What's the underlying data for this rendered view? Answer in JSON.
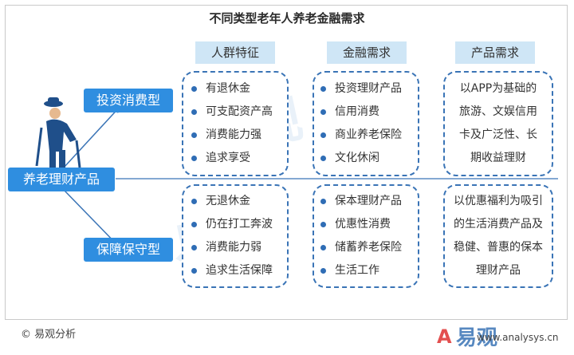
{
  "title": "不同类型老年人养老金融需求",
  "headers": [
    "人群特征",
    "金融需求",
    "产品需求"
  ],
  "product_label": "养老理财产品",
  "types": [
    {
      "label": "投资消费型",
      "traits": [
        "有退休金",
        "可支配资产高",
        "消费能力强",
        "追求享受"
      ],
      "needs": [
        "投资理财产品",
        "信用消费",
        "商业养老保险",
        "文化休闲"
      ],
      "products": [
        "以APP为基础的",
        "旅游、文娱信用",
        "卡及广泛性、长",
        "期收益理财"
      ]
    },
    {
      "label": "保障保守型",
      "traits": [
        "无退休金",
        "仍在打工奔波",
        "消费能力弱",
        "追求生活保障"
      ],
      "needs": [
        "保本理财产品",
        "优惠性消费",
        "储蓄养老保险",
        "生活工作"
      ],
      "products": [
        "以优惠福利为吸引",
        "的生活消费产品及",
        "稳健、普惠的保本",
        "理财产品"
      ]
    }
  ],
  "footer": "© 易观分析",
  "logo_text": "www.analysys.cn",
  "colors": {
    "accent": "#2f8ee0",
    "header_bg": "#cfe6f6",
    "box_border": "#3a74b6",
    "logo_red": "#e34f4f",
    "logo_blue": "#3a74b6"
  }
}
